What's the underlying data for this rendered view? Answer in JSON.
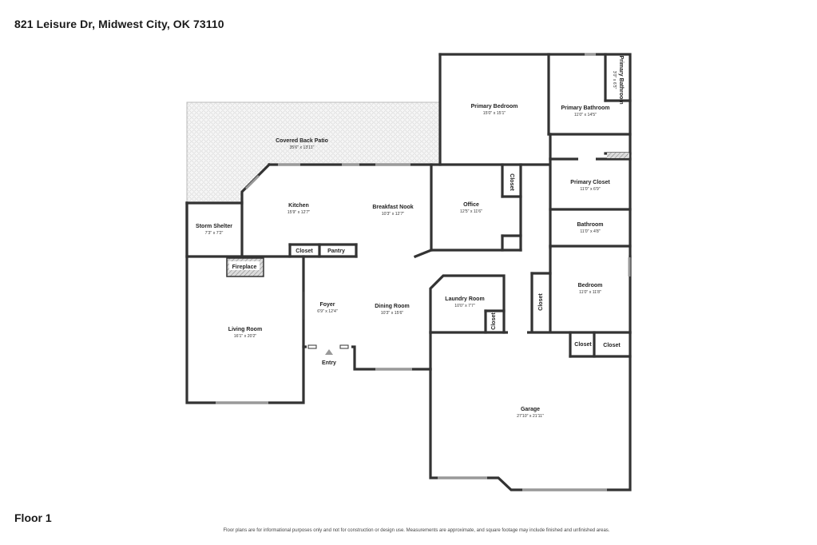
{
  "header": {
    "address": "821 Leisure Dr, Midwest City, OK 73110"
  },
  "footer": {
    "floor": "Floor 1",
    "disclaimer": "Floor plans are for informational purposes only and not for construction or design use. Measurements are approximate, and square footage may include finished and unfinished areas."
  },
  "rooms": {
    "covered_back_patio": {
      "name": "Covered Back Patio",
      "dims": "35'6\" x 13'11\""
    },
    "primary_bedroom": {
      "name": "Primary Bedroom",
      "dims": "15'0\" x 15'1\""
    },
    "primary_bathroom": {
      "name": "Primary Bathroom",
      "dims": "11'0\" x 14'5\""
    },
    "primary_bathroom_small": {
      "name": "Primary Bathroom",
      "dims": "3'0\" x 6'5\""
    },
    "kitchen": {
      "name": "Kitchen",
      "dims": "15'9\" x 12'7\""
    },
    "breakfast_nook": {
      "name": "Breakfast Nook",
      "dims": "10'3\" x 12'7\""
    },
    "office": {
      "name": "Office",
      "dims": "12'5\" x 11'6\""
    },
    "primary_closet": {
      "name": "Primary Closet",
      "dims": "11'0\" x 6'9\""
    },
    "storm_shelter": {
      "name": "Storm Shelter",
      "dims": "7'3\" x 7'2\""
    },
    "bathroom": {
      "name": "Bathroom",
      "dims": "11'0\" x 4'8\""
    },
    "bedroom": {
      "name": "Bedroom",
      "dims": "11'0\" x 11'8\""
    },
    "foyer": {
      "name": "Foyer",
      "dims": "6'9\" x 12'4\""
    },
    "dining_room": {
      "name": "Dining Room",
      "dims": "10'3\" x 15'6\""
    },
    "laundry_room": {
      "name": "Laundry Room",
      "dims": "10'0\" x 7'7\""
    },
    "living_room": {
      "name": "Living Room",
      "dims": "16'1\" x 20'2\""
    },
    "garage": {
      "name": "Garage",
      "dims": "27'10\" x 21'11\""
    }
  },
  "labels": {
    "closet": "Closet",
    "pantry": "Pantry",
    "fireplace": "Fireplace",
    "entry": "Entry"
  },
  "colors": {
    "wall": "#333333",
    "window": "#999999",
    "patio_fill": "#f4f4f4"
  }
}
